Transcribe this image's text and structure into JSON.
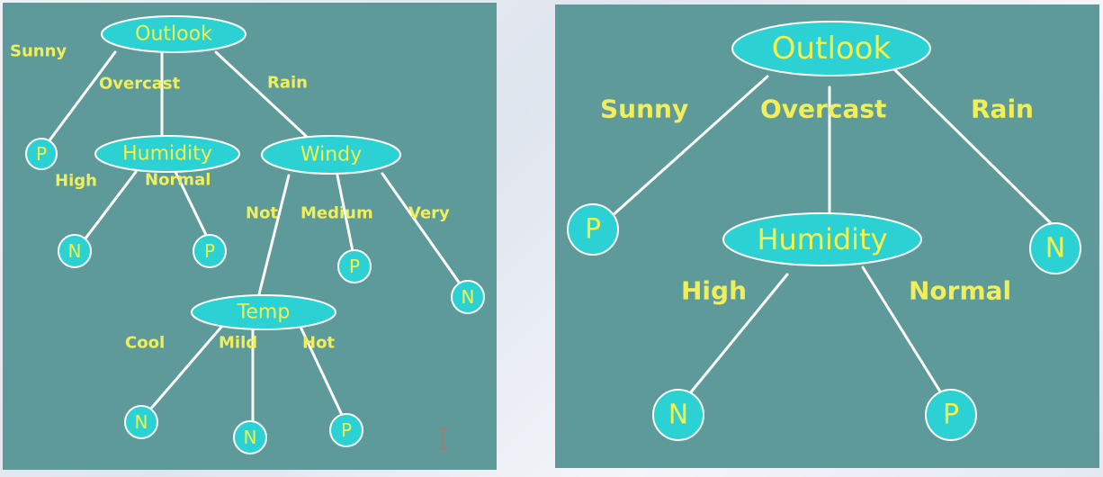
{
  "left_tree": {
    "nodes": {
      "outlook": "Outlook",
      "p_sunny": "P",
      "humidity": "Humidity",
      "windy": "Windy",
      "n_high": "N",
      "p_normal": "P",
      "p_medium": "P",
      "n_very": "N",
      "temp": "Temp",
      "n_cool": "N",
      "n_mild": "N",
      "p_hot": "P"
    },
    "labels": {
      "sunny": "Sunny",
      "overcast": "Overcast",
      "rain": "Rain",
      "high": "High",
      "normal": "Normal",
      "not": "Not",
      "medium": "Medium",
      "very": "Very",
      "cool": "Cool",
      "mild": "Mild",
      "hot": "Hot"
    }
  },
  "right_tree": {
    "nodes": {
      "outlook": "Outlook",
      "p_sunny": "P",
      "humidity": "Humidity",
      "n_rain": "N",
      "n_high": "N",
      "p_normal": "P"
    },
    "labels": {
      "sunny": "Sunny",
      "overcast": "Overcast",
      "rain": "Rain",
      "high": "High",
      "normal": "Normal"
    }
  },
  "colors": {
    "panel_background": "#5f9a9b",
    "node_fill": "#2bd1d3",
    "node_text": "#f2f24a",
    "edge": "#ffffff",
    "edge_label": "#f0ef5a"
  }
}
